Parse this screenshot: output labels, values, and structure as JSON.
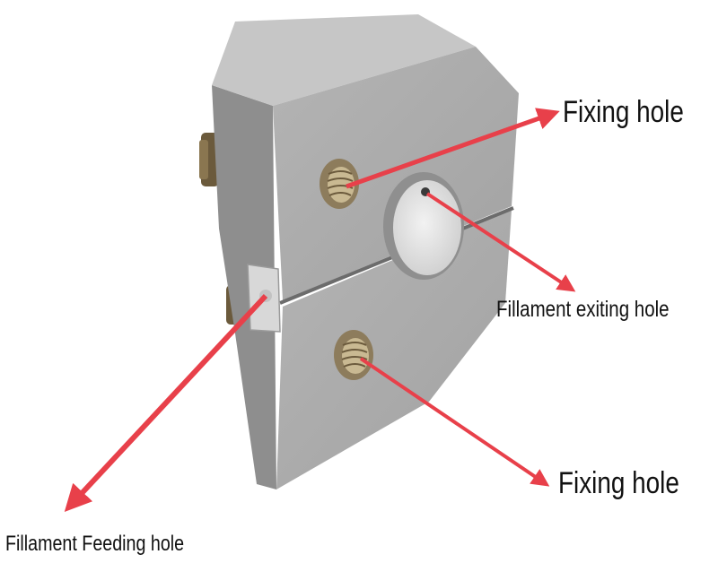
{
  "labels": {
    "fixing_top": "Fixing hole",
    "exiting": "Fillament exiting hole",
    "fixing_bottom": "Fixing hole",
    "feeding": "Fillament Feeding  hole"
  },
  "colors": {
    "background": "#ffffff",
    "block_face": "#adadad",
    "block_top": "#c4c4c4",
    "block_side": "#8a8a8a",
    "arrow": "#e8404a",
    "text": "#111111"
  }
}
